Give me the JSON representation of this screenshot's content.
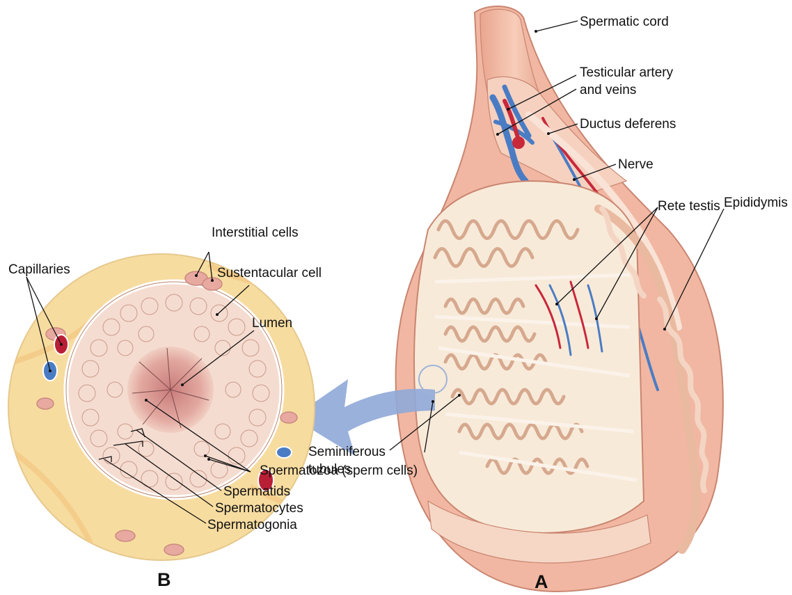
{
  "panels": {
    "left": "B",
    "right": "A"
  },
  "labels": {
    "spermatic_cord": "Spermatic cord",
    "testicular_artery_line1": "Testicular artery",
    "testicular_artery_line2": "and veins",
    "ductus_deferens": "Ductus deferens",
    "nerve": "Nerve",
    "rete_testis": "Rete testis",
    "epididymis": "Epididymis",
    "seminiferous_line1": "Seminiferous",
    "seminiferous_line2": "tubules",
    "interstitial_cells": "Interstitial cells",
    "capillaries": "Capillaries",
    "sustentacular_cell": "Sustentacular cell",
    "lumen": "Lumen",
    "spermatozoa": "Spermatozoa (sperm cells)",
    "spermatids": "Spermatids",
    "spermatocytes": "Spermatocytes",
    "spermatogonia": "Spermatogonia"
  },
  "colors": {
    "skin": "#f3b9a3",
    "skin_dark": "#d98f7a",
    "tubule": "#f6dccd",
    "tubule_outline": "#b8876f",
    "interstitium": "#f7dca0",
    "artery": "#c8283a",
    "vein": "#4a7cc4",
    "arrow": "#8fa9d8",
    "lumen": "#cf8c88"
  }
}
